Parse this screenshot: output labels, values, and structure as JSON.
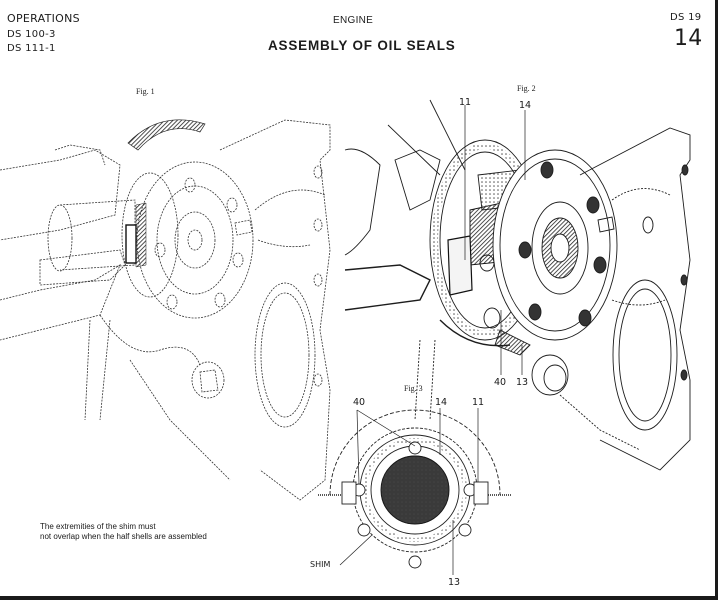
{
  "header": {
    "section_left": "OPERATIONS",
    "ref_lines": [
      "DS 100-3",
      "DS 111-1"
    ],
    "section_center": "ENGINE",
    "title": "ASSEMBLY OF OIL SEALS",
    "model": "DS 19",
    "page_number": "14"
  },
  "figures": [
    {
      "caption": "Fig. 1",
      "callouts": []
    },
    {
      "caption": "Fig. 2",
      "callouts": [
        "11",
        "14",
        "40",
        "13"
      ]
    },
    {
      "caption": "Fig. 3",
      "callouts": [
        "40",
        "14",
        "11",
        "SHIM",
        "13"
      ]
    }
  ],
  "note": {
    "lines": [
      "The extremities of the shim must",
      "not overlap when the half shells are assembled"
    ]
  },
  "colors": {
    "ink": "#1c1c1c",
    "paper": "#ffffff",
    "frame": "#1a1a1a"
  }
}
